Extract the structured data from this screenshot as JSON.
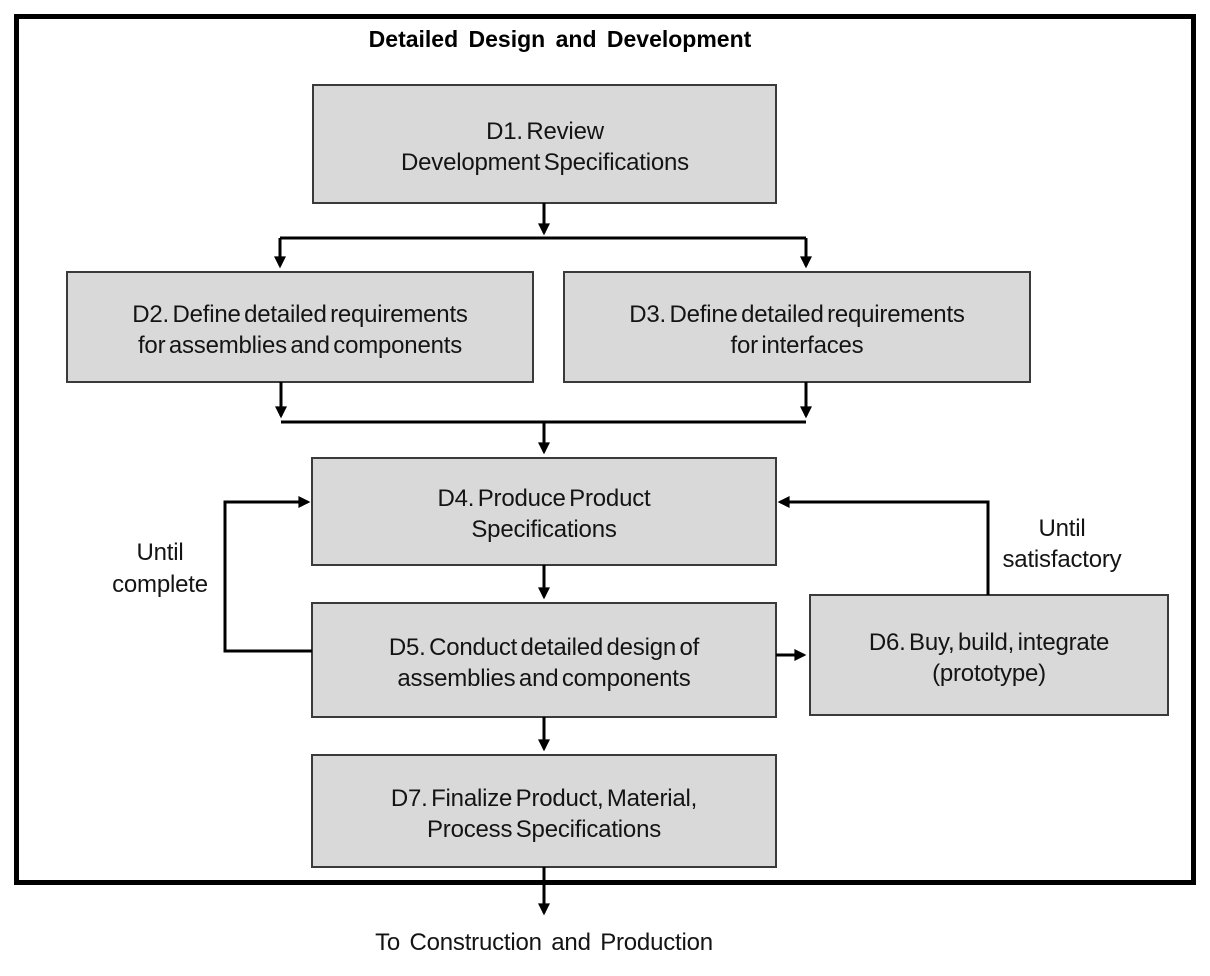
{
  "title": "Detailed Design and Development",
  "boxes": {
    "d1": {
      "line1": "D1. Review",
      "line2": "Development Specifications"
    },
    "d2": {
      "line1": "D2. Define detailed requirements",
      "line2": "for assemblies and components"
    },
    "d3": {
      "line1": "D3. Define detailed requirements",
      "line2": "for interfaces"
    },
    "d4": {
      "line1": "D4. Produce Product",
      "line2": "Specifications"
    },
    "d5": {
      "line1": "D5. Conduct detailed design of",
      "line2": "assemblies and components"
    },
    "d6": {
      "line1": "D6. Buy, build, integrate",
      "line2": "(prototype)"
    },
    "d7": {
      "line1": "D7. Finalize Product, Material,",
      "line2": "Process Specifications"
    }
  },
  "labels": {
    "until_complete": {
      "line1": "Until",
      "line2": "complete"
    },
    "until_satisfactory": {
      "line1": "Until",
      "line2": "satisfactory"
    },
    "exit": "To Construction and Production"
  },
  "colors": {
    "box_fill": "#d9d9d9",
    "box_border": "#3a3a3a",
    "line": "#000000",
    "frame": "#000000",
    "text": "#141414"
  }
}
